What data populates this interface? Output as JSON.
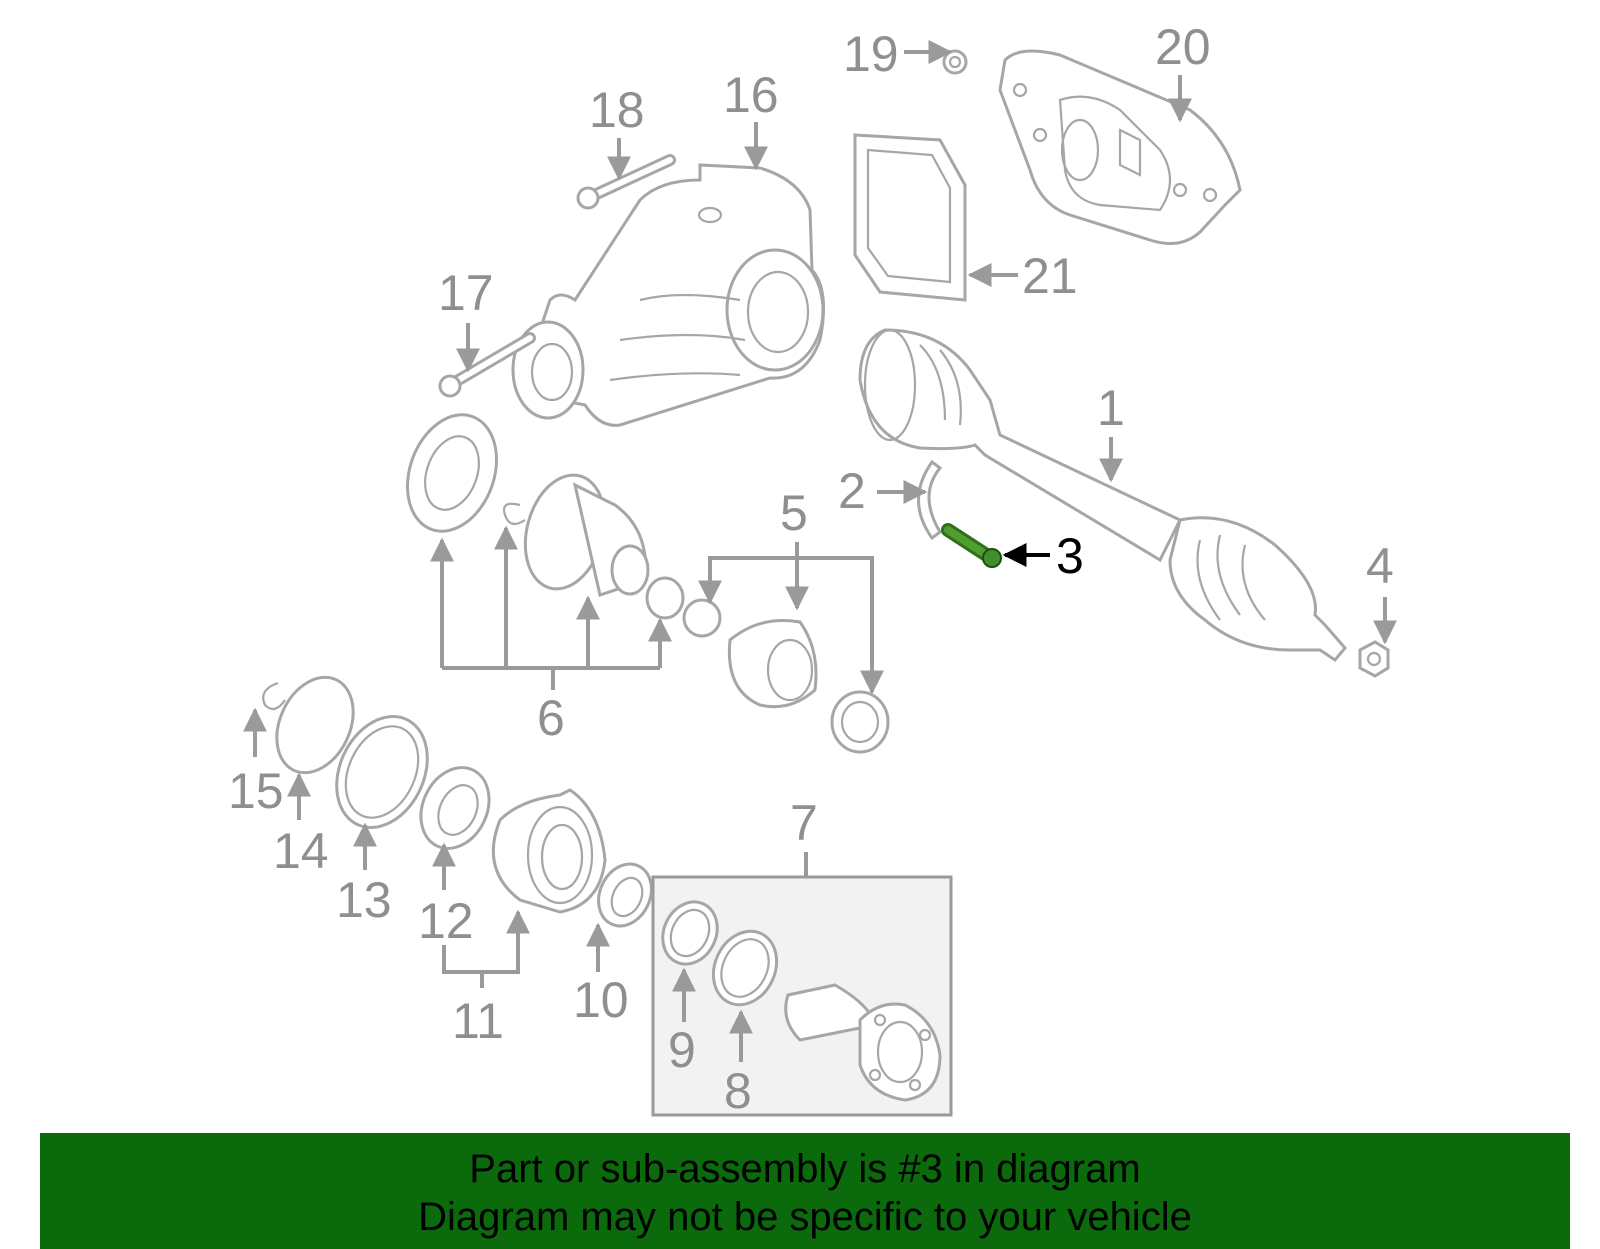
{
  "callouts": {
    "c1": "1",
    "c2": "2",
    "c3": "3",
    "c4": "4",
    "c5": "5",
    "c6": "6",
    "c7": "7",
    "c8": "8",
    "c9": "9",
    "c10": "10",
    "c11": "11",
    "c12": "12",
    "c13": "13",
    "c14": "14",
    "c15": "15",
    "c16": "16",
    "c17": "17",
    "c18": "18",
    "c19": "19",
    "c20": "20",
    "c21": "21"
  },
  "highlighted_part": "3",
  "colors": {
    "banner": "#0b6a0b",
    "highlight_part": "#3f8f2a",
    "diagram_line": "#9a9a9a"
  },
  "banner": {
    "line1": "Part or sub-assembly is #3 in diagram",
    "line2": "Diagram may not be specific to your vehicle"
  }
}
